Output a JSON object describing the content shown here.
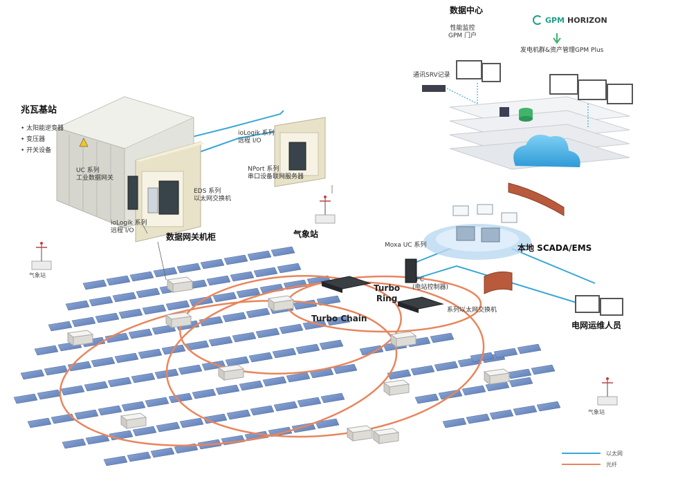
{
  "labels": {
    "data_center": "数据中心",
    "perf_monitor": "性能监控\nGPM 门户",
    "brand_gpm": "GPM",
    "brand_horizon": "HORIZON",
    "gpm_plus": "发电机群&资产管理GPM Plus",
    "srv_record": "通讯SRV记录",
    "mw_station": "兆瓦基站",
    "mw_items": [
      "太阳能逆变器",
      "变压器",
      "开关设备"
    ],
    "uc_gateway": "UC 系列\n工业数据网关",
    "iologik_remote_1": "ioLogik 系列\n远程 I/O",
    "eds_switch": "EDS 系列\n以太网交换机",
    "iologik_remote_2": "ioLogik 系列\n远程 I/O",
    "nport": "NPort 系列\n串口设备联网服务器",
    "weather_station_top": "气象站",
    "gateway_cabinet": "数据网关机柜",
    "weather_station_left": "气象站",
    "moxa_uc": "Moxa UC 系列",
    "local_scada": "本地 SCADA/EMS",
    "ppc": "PPC\n(电站控制器)",
    "eth_switch": "系列以太网交换机",
    "grid_ops": "电网运维人员",
    "turbo_ring": "Turbo\nRing",
    "turbo_chain": "Turbo Chain",
    "weather_station_right": "气象站"
  },
  "legend": [
    {
      "label": "以太网",
      "color": "#3aa6d6"
    },
    {
      "label": "光纤",
      "color": "#e8855c"
    }
  ],
  "colors": {
    "ethernet": "#3aa6d6",
    "fiber": "#e8855c",
    "panel": "#6f8fc2",
    "cloud": "#4db3e6",
    "firewall": "#b95a3d"
  }
}
